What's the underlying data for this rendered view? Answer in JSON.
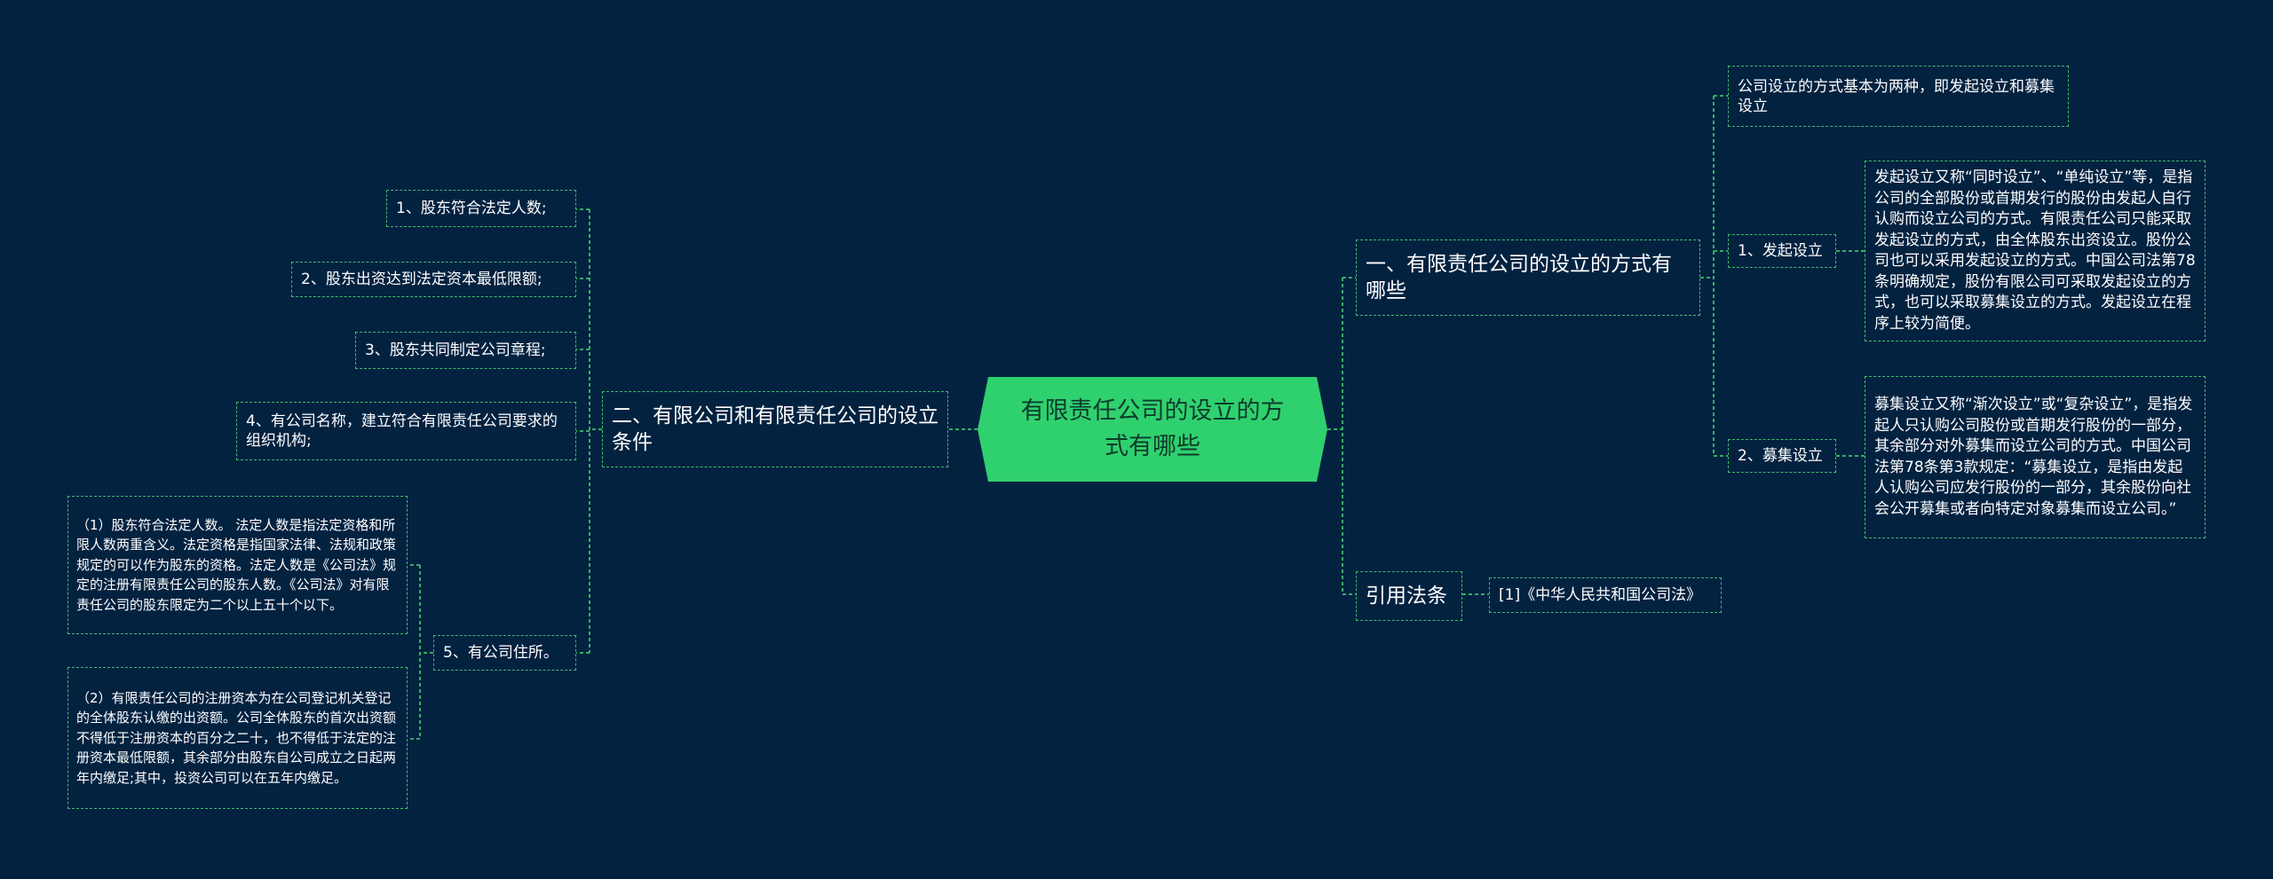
{
  "colors": {
    "background": "#032240",
    "root_fill": "#2fd16e",
    "line": "#3fbf6a",
    "text": "#ffffff"
  },
  "root": {
    "label": "有限责任公司的设立的方式有哪些"
  },
  "right": {
    "branch1": {
      "label": "一、有限责任公司的设立的方式有哪些",
      "intro": "公司设立的方式基本为两种，即发起设立和募集设立",
      "item1": {
        "label": "1、发起设立",
        "detail": "发起设立又称“同时设立”、“单纯设立”等，是指公司的全部股份或首期发行的股份由发起人自行认购而设立公司的方式。有限责任公司只能采取发起设立的方式，由全体股东出资设立。股份公司也可以采用发起设立的方式。中国公司法第78条明确规定，股份有限公司可采取发起设立的方式，也可以采取募集设立的方式。发起设立在程序上较为简便。"
      },
      "item2": {
        "label": "2、募集设立",
        "detail": "募集设立又称“渐次设立”或“复杂设立”，是指发起人只认购公司股份或首期发行股份的一部分，其余部分对外募集而设立公司的方式。中国公司法第78条第3款规定：“募集设立，是指由发起人认购公司应发行股份的一部分，其余股份向社会公开募集或者向特定对象募集而设立公司。”"
      }
    },
    "branch2": {
      "label": "引用法条",
      "ref": "[1]《中华人民共和国公司法》"
    }
  },
  "left": {
    "branch": {
      "label": "二、有限公司和有限责任公司的设立条件",
      "items": [
        "1、股东符合法定人数;",
        "2、股东出资达到法定资本最低限额;",
        "3、股东共同制定公司章程;",
        "4、有公司名称，建立符合有限责任公司要求的组织机构;",
        "5、有公司住所。"
      ],
      "sub": [
        "（1）股东符合法定人数。 法定人数是指法定资格和所限人数两重含义。法定资格是指国家法律、法规和政策规定的可以作为股东的资格。法定人数是《公司法》规定的注册有限责任公司的股东人数。《公司法》对有限责任公司的股东限定为二个以上五十个以下。",
        "（2）有限责任公司的注册资本为在公司登记机关登记的全体股东认缴的出资额。公司全体股东的首次出资额不得低于注册资本的百分之二十，也不得低于法定的注册资本最低限额，其余部分由股东自公司成立之日起两年内缴足;其中，投资公司可以在五年内缴足。"
      ]
    }
  }
}
